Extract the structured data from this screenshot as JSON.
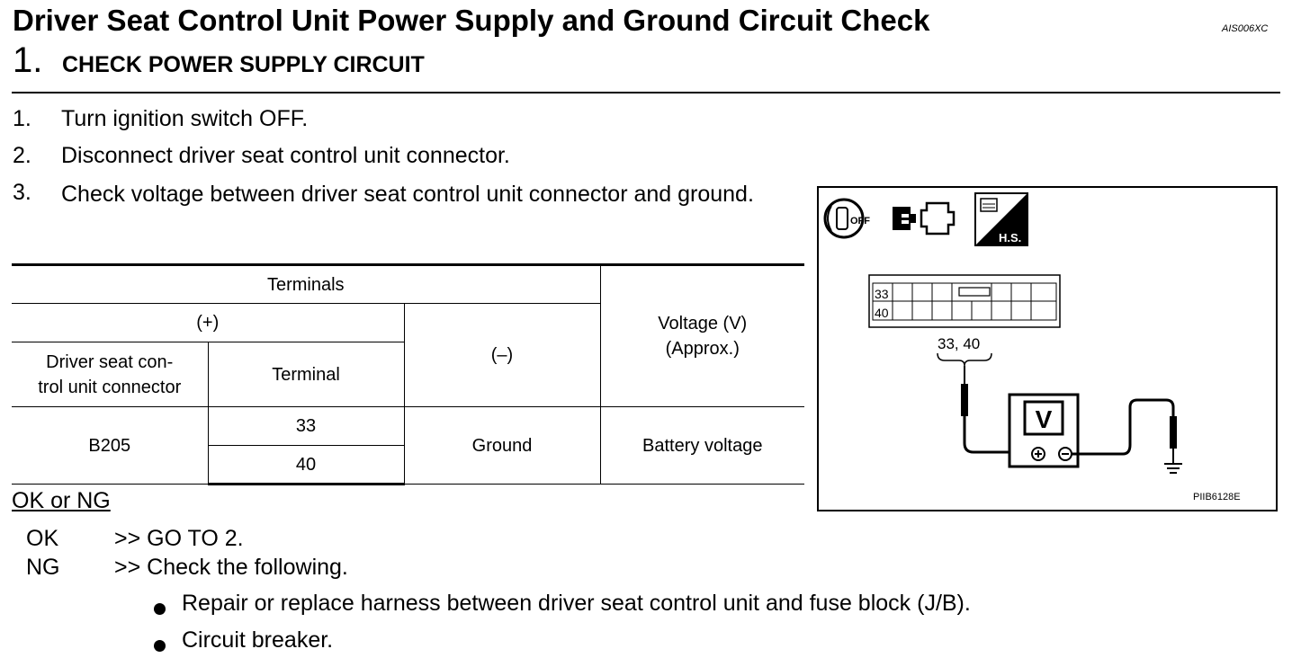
{
  "header": {
    "title": "Driver Seat Control Unit Power Supply and Ground Circuit Check",
    "ref_code": "AIS006XC"
  },
  "step": {
    "number": "1.",
    "title": "CHECK POWER SUPPLY CIRCUIT"
  },
  "instructions": [
    {
      "num": "1.",
      "text": "Turn ignition switch OFF."
    },
    {
      "num": "2.",
      "text": "Disconnect driver seat control unit connector."
    },
    {
      "num": "3.",
      "text": "Check voltage between driver seat control unit connector and ground."
    }
  ],
  "table": {
    "terminals_header": "Terminals",
    "plus_header": "(+)",
    "minus_header": "(–)",
    "voltage_header": "Voltage (V)",
    "voltage_approx": "(Approx.)",
    "connector_header": "Driver seat con-\ntrol unit connector",
    "terminal_header": "Terminal",
    "connector": "B205",
    "terminal_1": "33",
    "terminal_2": "40",
    "minus_value": "Ground",
    "voltage_value": "Battery voltage"
  },
  "result": {
    "heading": "OK or NG",
    "ok_label": "OK",
    "ok_action": ">> GO TO 2.",
    "ng_label": "NG",
    "ng_action": ">> Check the following.",
    "checks": [
      "Repair or replace harness between driver seat control unit and fuse block (J/B).",
      "Circuit breaker."
    ]
  },
  "figure": {
    "key_text": "OFF",
    "hs_text": "H.S.",
    "connector_pin_1": "33",
    "connector_pin_2": "40",
    "probe_label": "33, 40",
    "meter_label": "V",
    "fig_code": "PIIB6128E"
  }
}
